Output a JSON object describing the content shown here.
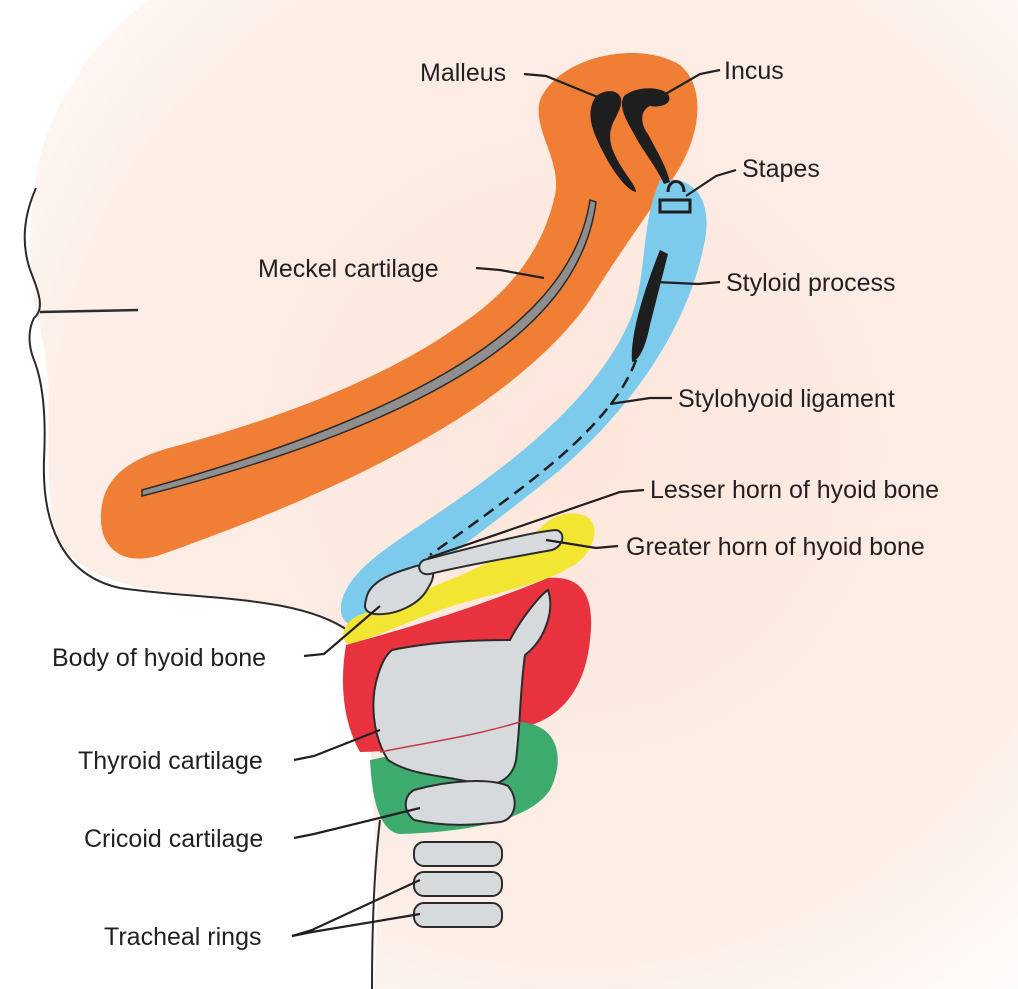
{
  "labels": {
    "malleus": "Malleus",
    "incus": "Incus",
    "stapes": "Stapes",
    "meckel": "Meckel cartilage",
    "styloid": "Styloid process",
    "stylohyoid": "Stylohyoid ligament",
    "lesser_horn": "Lesser horn of hyoid bone",
    "greater_horn": "Greater horn of hyoid bone",
    "body_hyoid": "Body of hyoid bone",
    "thyroid": "Thyroid cartilage",
    "cricoid": "Cricoid cartilage",
    "tracheal": "Tracheal rings"
  },
  "colors": {
    "skin": "#fbe3d8",
    "first_arch": "#f07f35",
    "second_arch": "#7ccbec",
    "third_arch": "#f2e633",
    "fourth_arch": "#e8323e",
    "sixth_arch": "#3daa6e",
    "cartilage": "#d7dadd",
    "bone_dark": "#1e1e1e"
  }
}
